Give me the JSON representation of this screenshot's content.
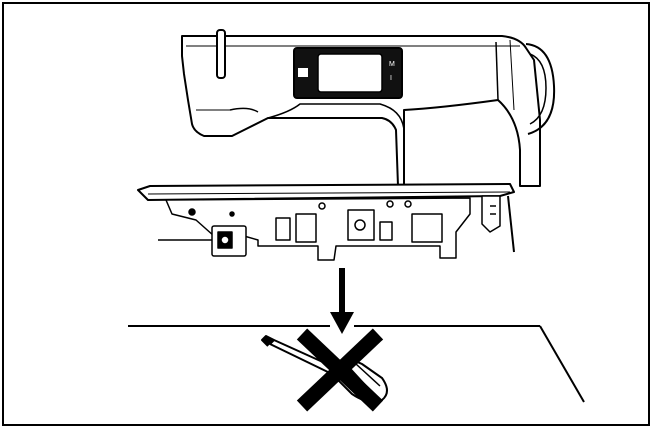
{
  "figure": {
    "kind": "warning-illustration",
    "colors": {
      "line": "#000000",
      "background": "#ffffff",
      "panel": "#111111",
      "screen": "#ffffff"
    },
    "machine": {
      "panel_symbols": [
        "M",
        "I"
      ]
    },
    "arrow": {
      "direction": "down"
    },
    "prohibition_mark": {
      "shape": "x",
      "color": "#000000"
    },
    "tool": {
      "kind": "screwdriver-icon"
    }
  }
}
